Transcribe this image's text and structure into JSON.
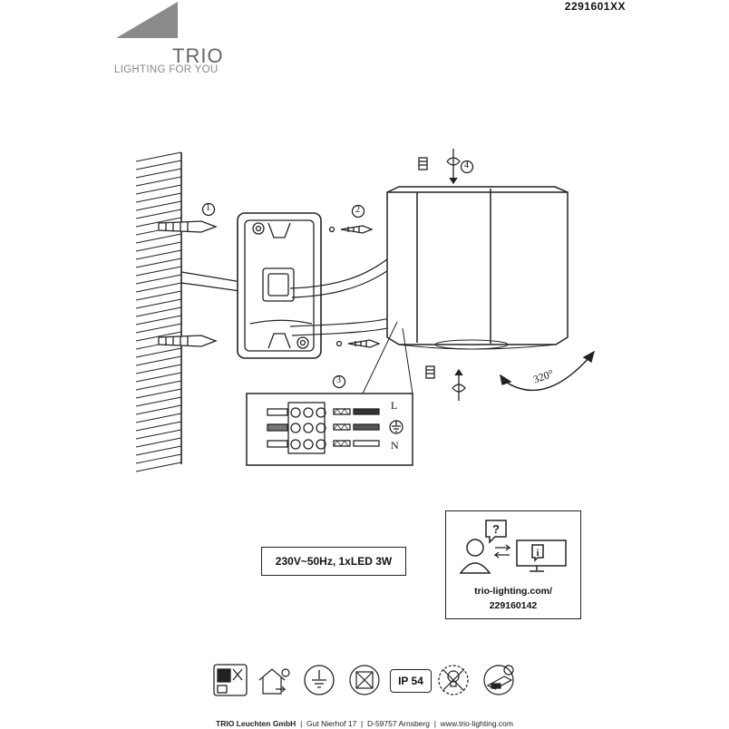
{
  "header": {
    "article_code": "2291601XX"
  },
  "logo": {
    "brand": "TRIO",
    "tagline": "LIGHTING FOR YOU"
  },
  "diagram": {
    "step_1": "1",
    "step_2": "2",
    "step_3": "3",
    "step_4": "4",
    "rotation": "320°",
    "wire_L": "L",
    "wire_N": "N"
  },
  "spec": {
    "text": "230V~50Hz, 1xLED 3W"
  },
  "info": {
    "url": "trio-lighting.com/",
    "number": "229160142"
  },
  "symbols": {
    "ip_rating": "IP 54"
  },
  "footer": {
    "company": "TRIO Leuchten GmbH",
    "address": "Gut Nierhof 17",
    "city": "D-59757 Arnsberg",
    "website": "www.trio-lighting.com",
    "separator": "|"
  }
}
